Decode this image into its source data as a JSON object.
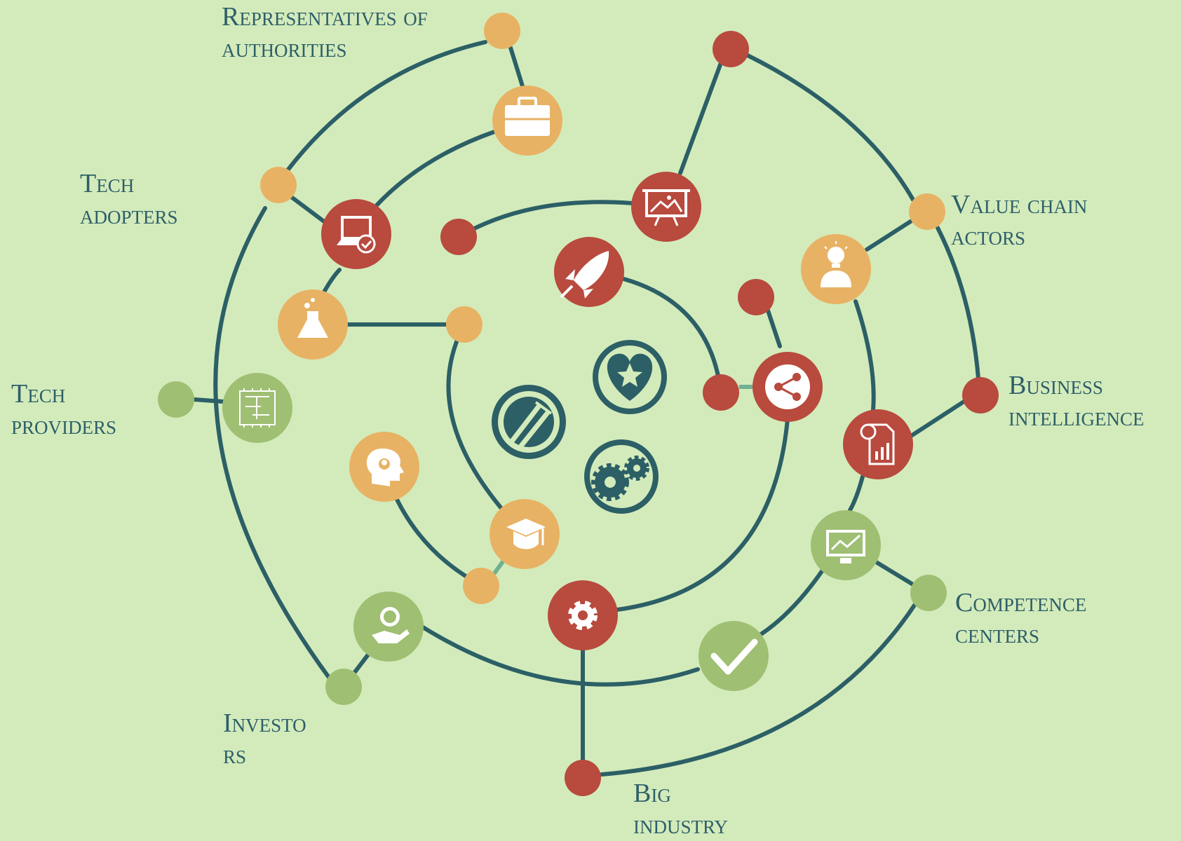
{
  "labels": {
    "representatives_of_authorities": {
      "line1": "Representatives of",
      "line2": "authorities"
    },
    "tech_adopters": {
      "line1": "Tech",
      "line2": "adopters"
    },
    "tech_providers": {
      "line1": "Tech",
      "line2": "providers"
    },
    "investors": {
      "line1": "Investo",
      "line2": "rs"
    },
    "big_industry": {
      "line1": "Big",
      "line2": "industry"
    },
    "competence_centers": {
      "line1": "Competence",
      "line2": "centers"
    },
    "business_intelligence": {
      "line1": "Business",
      "line2": "intelligence"
    },
    "value_chain_actors": {
      "line1": "Value chain",
      "line2": "actors"
    }
  },
  "colors": {
    "background": "#d3ebbb",
    "line": "#2c5f66",
    "red": "#b84a3e",
    "orange": "#e8b264",
    "green": "#9fbf73",
    "teal": "#2c5f66",
    "icon": "#ffffff"
  },
  "icons": {
    "center": [
      "plate-fork-icon",
      "heart-star-icon",
      "gears-icon"
    ],
    "ring1": [
      "rocket-icon",
      "share-icon",
      "graduation-cap-icon"
    ],
    "ring2": [
      "presentation-icon",
      "flask-icon",
      "brain-idea-icon",
      "settings-icon"
    ],
    "ring3": [
      "briefcase-icon",
      "laptop-check-icon",
      "lightbulb-person-icon",
      "idea-report-icon",
      "chart-monitor-icon",
      "checkmark-icon",
      "coin-hand-icon",
      "circuit-board-icon"
    ]
  }
}
